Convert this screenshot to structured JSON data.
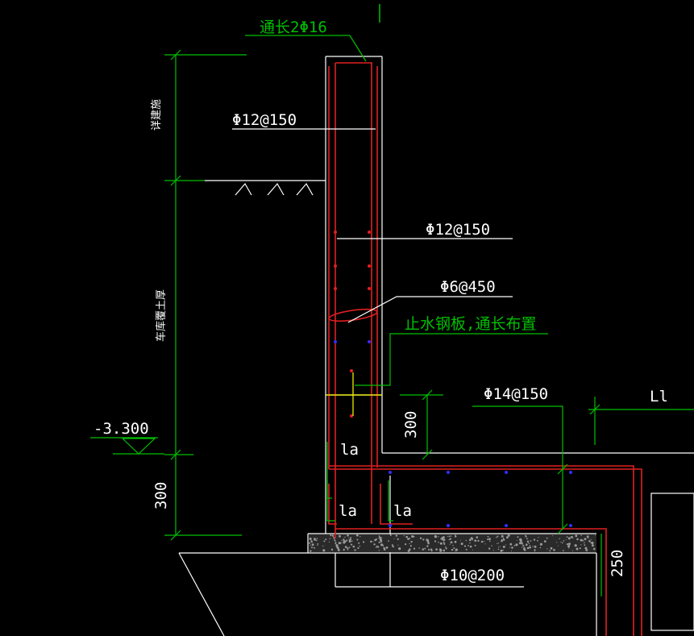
{
  "colors": {
    "background": "#000000",
    "concrete": "#ffffff",
    "rebar": "#e02020",
    "dimension": "#00c000",
    "leader": "#ffffff",
    "stirrup": "#ffff00",
    "dot_blue": "#3030ff",
    "dot_red": "#e02020",
    "gravel": "#9a9a9a"
  },
  "labels": {
    "top_rebar": "通长2Φ16",
    "wall_horizontal_upper": "Φ12@150",
    "wall_vertical": "Φ12@150",
    "tie_bar": "Φ6@450",
    "waterstop": "止水钢板,通长布置",
    "slab_top_rebar": "Φ14@150",
    "slab_bottom_rebar": "Φ10@200",
    "li_mark": "Ll",
    "elevation": "-3.300",
    "dim_300_slab": "300",
    "dim_300_base": "300",
    "dim_250": "250",
    "anchor_1": "la",
    "anchor_2": "la",
    "anchor_3": "la",
    "vertical_dim_upper": "详建施",
    "vertical_dim_lower": "车库覆土厚"
  }
}
